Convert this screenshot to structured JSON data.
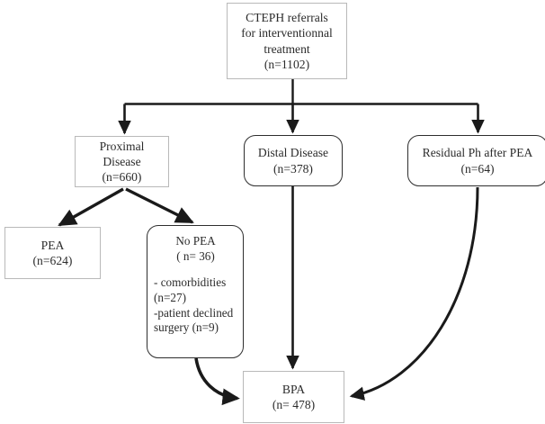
{
  "diagram": {
    "title": "CTEPH referral and treatment flowchart",
    "background": "#ffffff",
    "line_color": "#1a1a1a",
    "square_border_color": "#b9b9b9",
    "rounded_border_color": "#2e2e2e",
    "text_color": "#2b2b2b"
  },
  "nodes": {
    "top": {
      "name": "cteph-referrals",
      "line1": "CTEPH referrals",
      "line2": "for interventionnal",
      "line3": "treatment",
      "line4": "(n=1102)",
      "count": 1102,
      "shape": "rectangle"
    },
    "proximal": {
      "name": "proximal-disease",
      "line1": "Proximal",
      "line2": "Disease",
      "line3": "(n=660)",
      "count": 660,
      "shape": "rectangle"
    },
    "distal": {
      "name": "distal-disease",
      "line1": "Distal Disease",
      "line2": "(n=378)",
      "count": 378,
      "shape": "rounded-rectangle"
    },
    "residual": {
      "name": "residual-ph-after-pea",
      "line1": "Residual Ph after PEA",
      "line2": "(n=64)",
      "count": 64,
      "shape": "rounded-rectangle"
    },
    "pea": {
      "name": "pea",
      "line1": "PEA",
      "line2": "(n=624)",
      "count": 624,
      "shape": "rectangle"
    },
    "no_pea": {
      "name": "no-pea",
      "line1": "No PEA",
      "line2": "( n= 36)",
      "count": 36,
      "detail1": "- comorbidities",
      "detail2": "(n=27)",
      "detail3": "-patient declined",
      "detail4": "surgery (n=9)",
      "comorbidities_count": 27,
      "declined_surgery_count": 9,
      "shape": "rounded-rectangle"
    },
    "bpa": {
      "name": "bpa",
      "line1": "BPA",
      "line2": "(n= 478)",
      "count": 478,
      "shape": "rectangle"
    }
  },
  "edges": [
    {
      "name": "cteph-to-proximal",
      "from": "top",
      "to": "proximal",
      "style": "orthogonal-arrow"
    },
    {
      "name": "cteph-to-distal",
      "from": "top",
      "to": "distal",
      "style": "straight-arrow"
    },
    {
      "name": "cteph-to-residual",
      "from": "top",
      "to": "residual",
      "style": "orthogonal-arrow"
    },
    {
      "name": "proximal-to-pea",
      "from": "proximal",
      "to": "pea",
      "style": "diagonal-arrow"
    },
    {
      "name": "proximal-to-no-pea",
      "from": "proximal",
      "to": "no_pea",
      "style": "diagonal-arrow"
    },
    {
      "name": "distal-to-bpa",
      "from": "distal",
      "to": "bpa",
      "style": "straight-arrow"
    },
    {
      "name": "no-pea-to-bpa",
      "from": "no_pea",
      "to": "bpa",
      "style": "curved-arrow"
    },
    {
      "name": "residual-to-bpa",
      "from": "residual",
      "to": "bpa",
      "style": "curved-arrow"
    }
  ]
}
